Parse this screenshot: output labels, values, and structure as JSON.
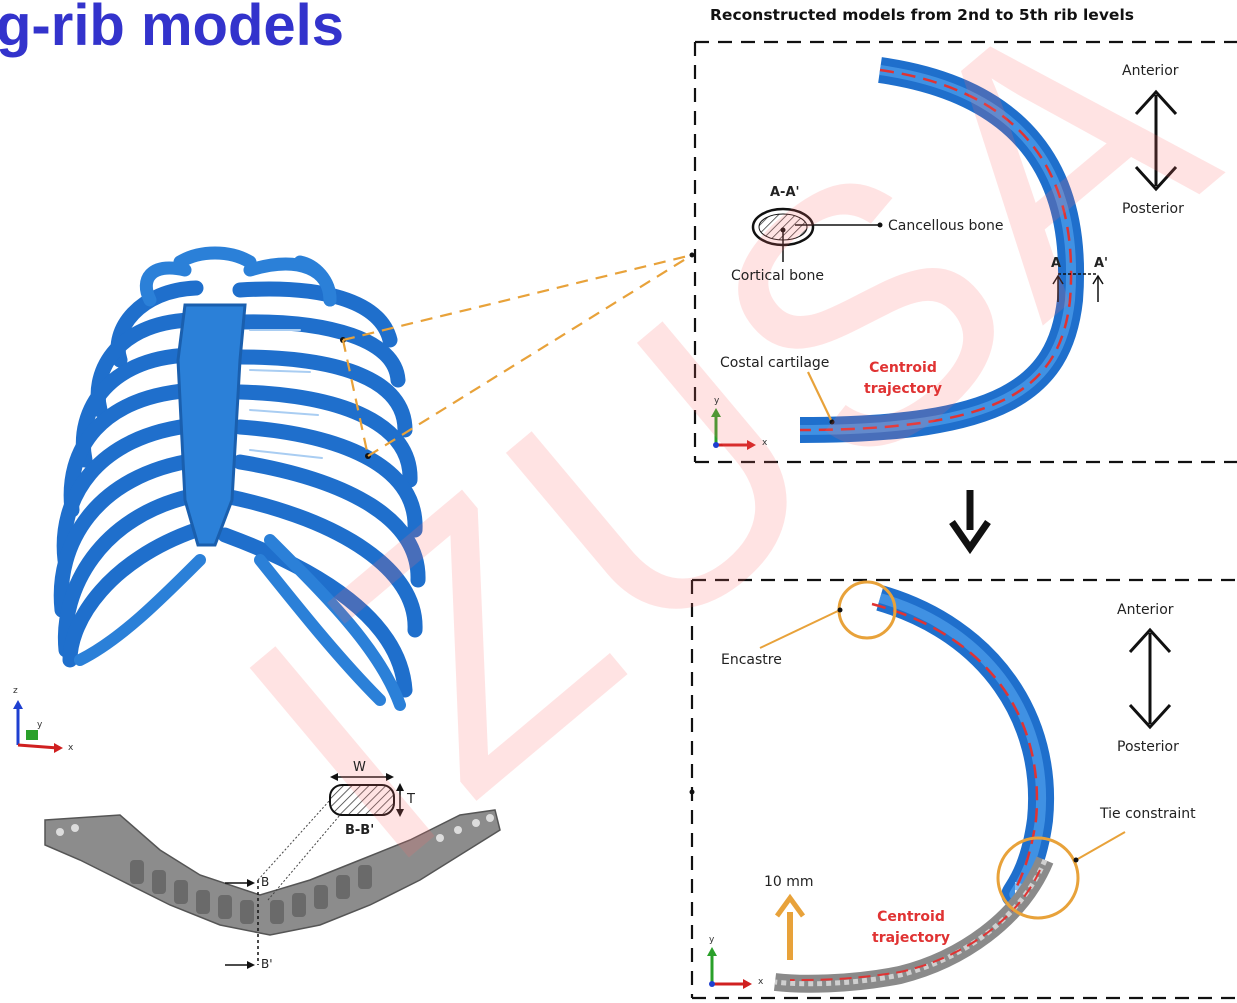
{
  "title": "g-rib models",
  "panel_title": "Reconstructed models from 2nd to 5th rib levels",
  "watermark": "IZUSA",
  "top_panel": {
    "anterior": "Anterior",
    "posterior": "Posterior",
    "section_label": "A-A'",
    "cancellous": "Cancellous bone",
    "cortical": "Cortical bone",
    "section_a": "A",
    "section_a_prime": "A'",
    "costal": "Costal cartilage",
    "centroid": "Centroid\ntrajectory",
    "axis_y": "y",
    "axis_x": "x"
  },
  "bottom_panel": {
    "anterior": "Anterior",
    "posterior": "Posterior",
    "encastre": "Encastre",
    "tie": "Tie constraint",
    "scale": "10 mm",
    "centroid": "Centroid\ntrajectory",
    "axis_y": "y",
    "axis_x": "x"
  },
  "left_panel": {
    "axis_z": "z",
    "axis_y": "y",
    "axis_x": "x",
    "width": "W",
    "thickness": "T",
    "section": "B-B'",
    "b_label": "B",
    "b_prime_label": "B'"
  },
  "colors": {
    "title": "#3333cc",
    "rib_blue": "#2b7fd6",
    "centroid_red": "#e03333",
    "orange": "#e8a23a",
    "gray": "#888888"
  }
}
